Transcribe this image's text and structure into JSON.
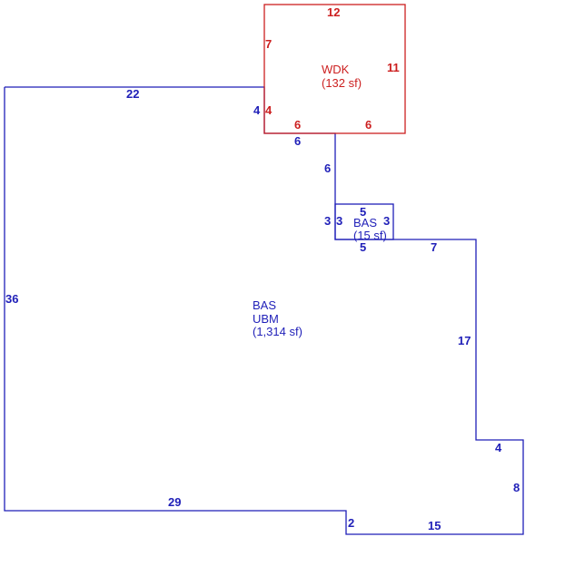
{
  "colors": {
    "base": "#1f1fb8",
    "deck": "#cc1f1f",
    "background": "#ffffff"
  },
  "main_area": {
    "line1": "BAS",
    "line2": "UBM",
    "area": "(1,314 sf)",
    "dims": {
      "top_left": "22",
      "left": "36",
      "bottom": "29",
      "step_down": "2",
      "bottom_right": "15",
      "right_low": "8",
      "notch_top": "4",
      "right_mid": "17",
      "right_top": "7",
      "inner_vertical": "6",
      "inner_top": "6",
      "top_short": "4"
    }
  },
  "small_bas": {
    "line1": "BAS",
    "area": "(15 sf)",
    "dims": {
      "top": "5",
      "bottom": "5",
      "left": "3",
      "left_inner": "3",
      "right": "3"
    }
  },
  "deck": {
    "line1": "WDK",
    "area": "(132 sf)",
    "dims": {
      "top": "12",
      "left": "7",
      "right": "11",
      "left_low": "4",
      "bottom_left": "6",
      "bottom_right": "6"
    }
  }
}
